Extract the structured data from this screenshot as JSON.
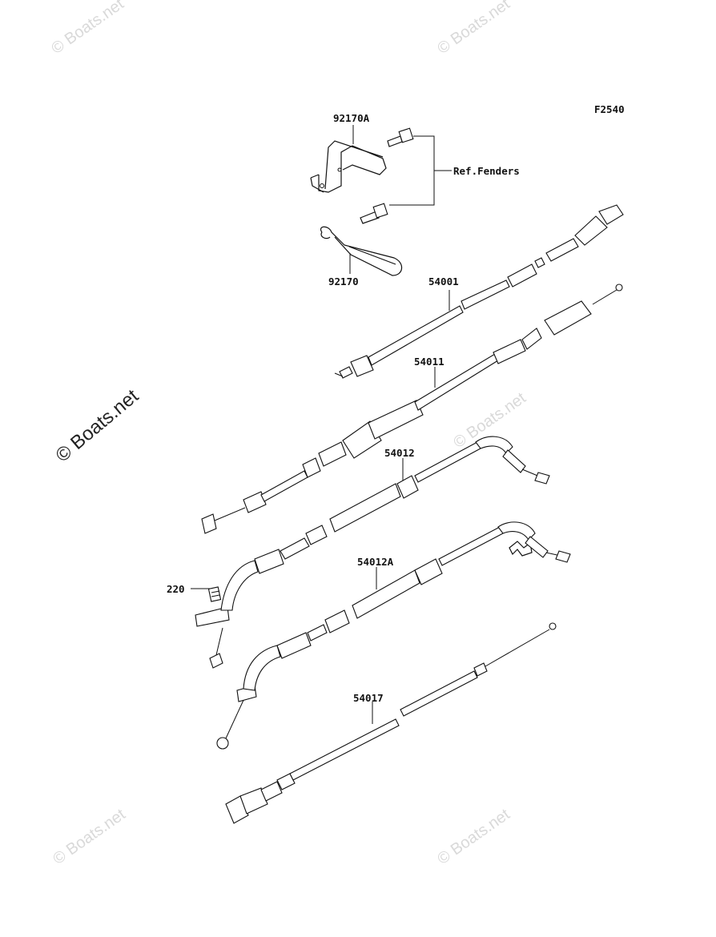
{
  "figure_code": "F2540",
  "callouts": {
    "p92170A": "92170A",
    "ref_fenders": "Ref.Fenders",
    "p92170": "92170",
    "p54001": "54001",
    "p54011": "54011",
    "p54012": "54012",
    "p220": "220",
    "p54012A": "54012A",
    "p54017": "54017"
  },
  "watermarks": {
    "small": "© Boats.net",
    "large": "© Boats.net"
  }
}
